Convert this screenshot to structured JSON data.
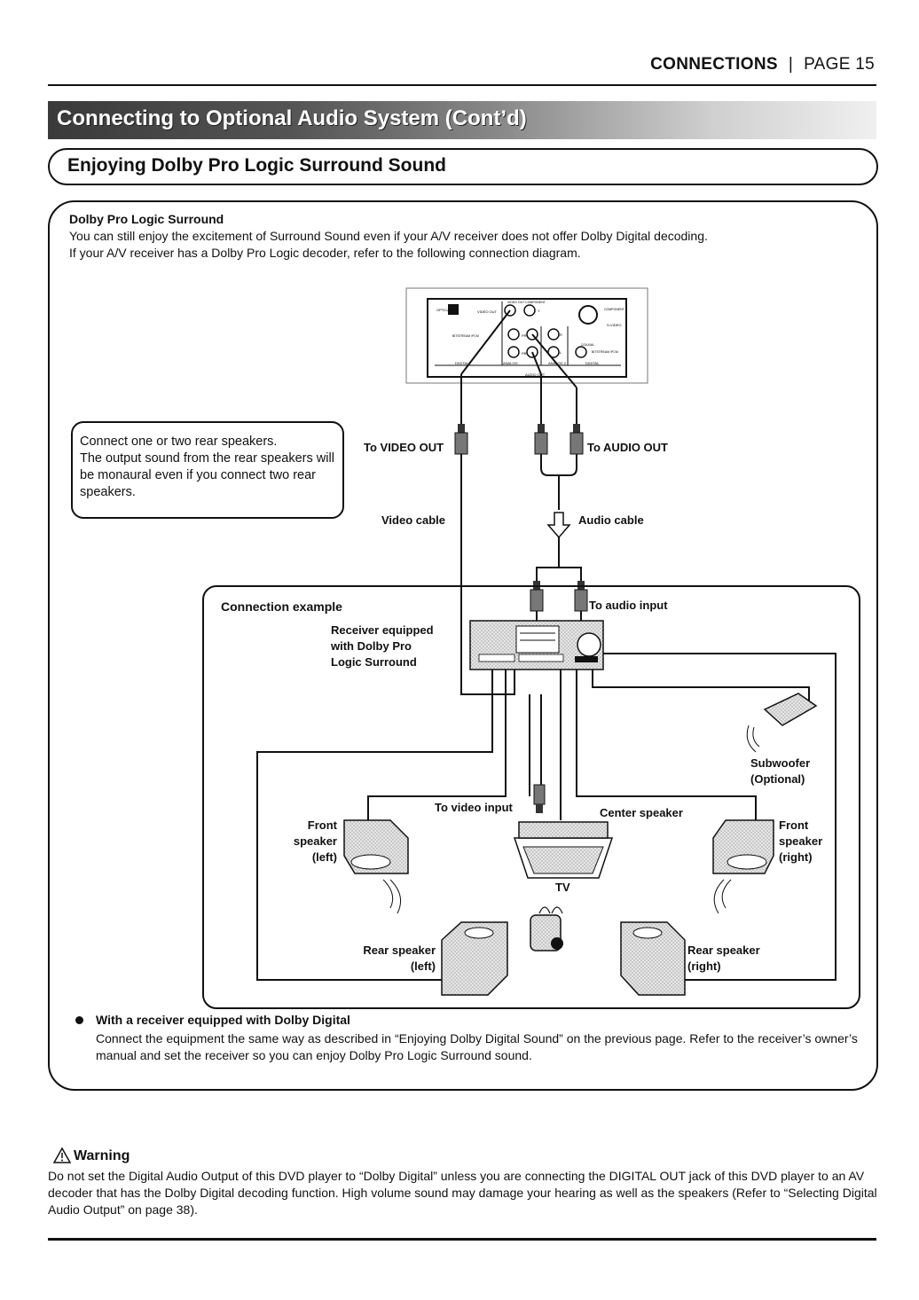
{
  "header": {
    "section": "CONNECTIONS",
    "separator": "|",
    "page": "PAGE 15"
  },
  "banner": "Connecting to Optional Audio System (Cont’d)",
  "section_title": "Enjoying Dolby Pro Logic Surround Sound",
  "intro": {
    "heading": "Dolby Pro Logic Surround",
    "line1": "You can still enjoy the excitement of Surround Sound even if your A/V receiver does not offer Dolby Digital decoding.",
    "line2": "If your A/V receiver has a Dolby Pro Logic decoder, refer to the following connection diagram."
  },
  "note": "Connect one or two rear speakers.\nThe output sound from the rear speakers will be monaural even if you connect two rear speakers.",
  "diagram": {
    "to_video_out": "To VIDEO OUT",
    "to_audio_out": "To AUDIO OUT",
    "video_cable": "Video cable",
    "audio_cable": "Audio cable",
    "connection_example": "Connection example",
    "to_audio_input": "To audio input",
    "receiver": "Receiver equipped\nwith Dolby Pro\nLogic Surround",
    "subwoofer": "Subwoofer\n(Optional)",
    "to_video_input": "To video input",
    "center_speaker": "Center speaker",
    "front_left": "Front\nspeaker\n(left)",
    "front_right": "Front\nspeaker\n(right)",
    "tv": "TV",
    "rear_left": "Rear speaker\n(left)",
    "rear_right": "Rear speaker\n(right)",
    "panel": {
      "optical": "OPTICAL",
      "video_out": "VIDEO OUT",
      "component_top": "VIDEO OUT COMPONENT",
      "component": "COMPONENT",
      "svideo": "S-VIDEO",
      "bitstream": "BITSTREAM /PCM",
      "coaxial": "COAXIAL",
      "bitstream2": "BITSTREAM /PCM",
      "digital": "DIGITAL",
      "analog": "ANALOG",
      "analog2": "ANALOG 2",
      "digital2": "DIGITAL",
      "audio_out": "AUDIO OUT",
      "pr": "PR",
      "pb": "PB",
      "y": "Y",
      "r": "R",
      "l": "L"
    }
  },
  "dolby_digital": {
    "heading": "With a receiver equipped with Dolby Digital",
    "text": "Connect the equipment the same way as described in “Enjoying Dolby Digital Sound” on the previous page. Refer to the receiver’s owner’s manual and set the receiver so you can enjoy Dolby Pro Logic Surround sound."
  },
  "warning": {
    "title": "Warning",
    "text": "Do not set the Digital Audio Output of this DVD player to “Dolby Digital” unless you are connecting the DIGITAL OUT jack of this DVD player to an AV decoder that has the Dolby Digital decoding function. High volume sound may damage your hearing as well as the speakers (Refer to “Selecting Digital Audio Output” on page 38)."
  }
}
